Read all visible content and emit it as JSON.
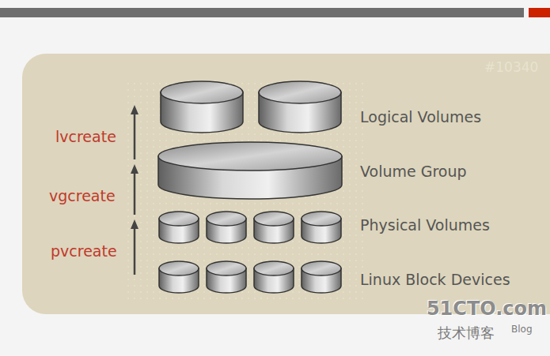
{
  "diagram": {
    "labels": [
      "Logical Volumes",
      "Volume Group",
      "Physical Volumes",
      "Linux Block Devices",
      "lvcreate",
      "vgcreate",
      "pvcreate",
      "#10340",
      "51CTO.com",
      "技术博客",
      "Blog"
    ]
  }
}
